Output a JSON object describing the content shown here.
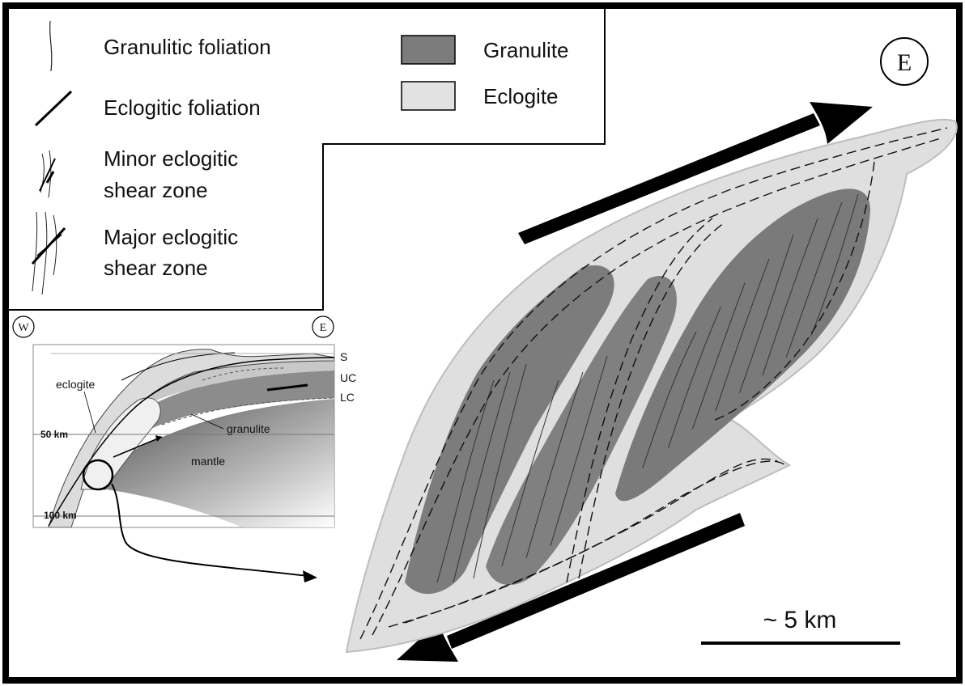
{
  "legend": {
    "symbols": [
      {
        "id": "granulitic",
        "label": "Granulitic foliation"
      },
      {
        "id": "eclogitic",
        "label": "Eclogitic foliation"
      },
      {
        "id": "minor",
        "label_lines": [
          "Minor eclogitic",
          "shear zone"
        ]
      },
      {
        "id": "major",
        "label_lines": [
          "Major eclogitic",
          "shear zone"
        ]
      }
    ],
    "fills": [
      {
        "label": "Granulite",
        "color": "#7c7c7c"
      },
      {
        "label": "Eclogite",
        "color": "#e2e2e2"
      }
    ]
  },
  "main": {
    "direction_label": "E",
    "scale_label": "~ 5 km",
    "granulite_color": "#7c7c7c",
    "eclogite_color": "#e0e0e0"
  },
  "inset": {
    "west_label": "W",
    "east_label": "E",
    "layers": {
      "s": "S",
      "uc": "UC",
      "lc": "LC"
    },
    "labels": {
      "eclogite": "eclogite",
      "granulite": "granulite",
      "mantle": "mantle"
    },
    "depths": {
      "d50": "50 km",
      "d100": "100 km"
    }
  }
}
